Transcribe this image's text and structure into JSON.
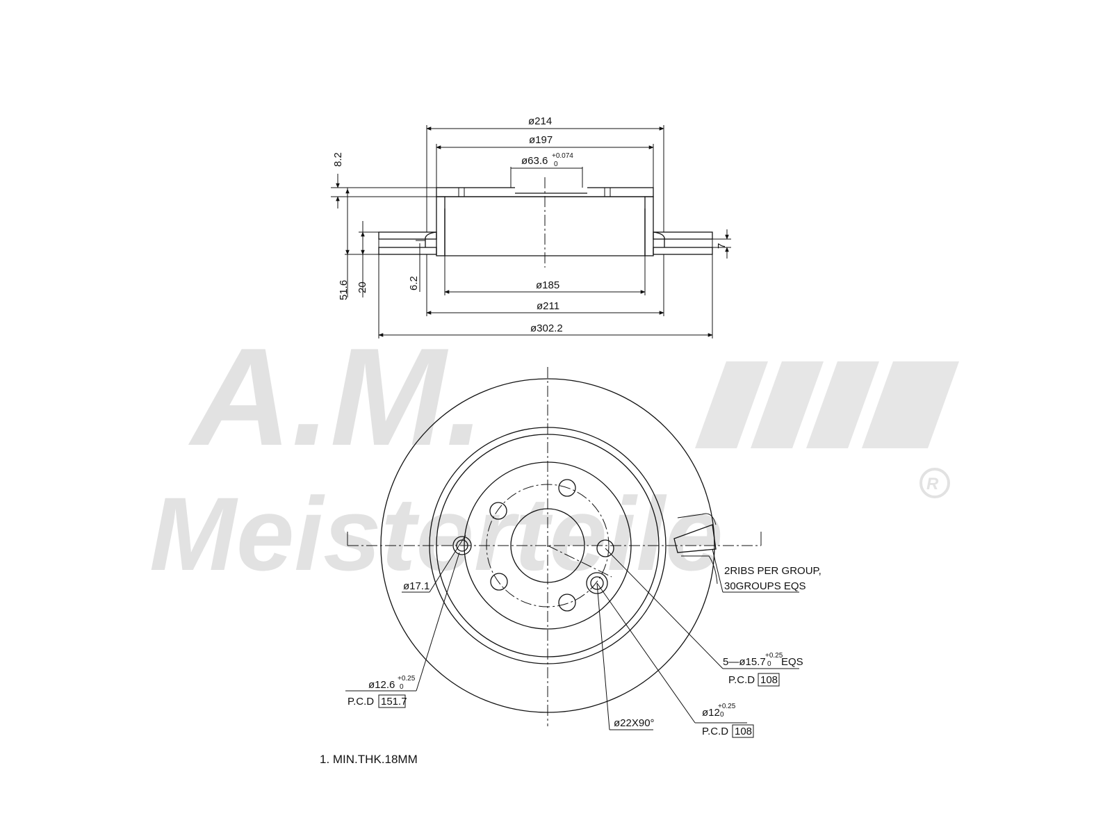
{
  "watermark": {
    "script_text": "A.M.",
    "brand_text": "Meisterteile",
    "registered_mark": "R"
  },
  "section_view": {
    "dims": {
      "d214": "ø214",
      "d197": "ø197",
      "d63_6": "ø63.6",
      "d63_6_tol_upper": "+0.074",
      "d63_6_tol_lower": "0",
      "d185": "ø185",
      "d211": "ø211",
      "d302_2": "ø302.2",
      "h8_2": "8.2",
      "h51_6": "51.6",
      "h20": "20",
      "h6_2": "6.2",
      "h7": "7"
    }
  },
  "front_view": {
    "labels": {
      "d17_1": "ø17.1",
      "d12_6": "ø12.6",
      "d12_6_tol_upper": "+0.25",
      "d12_6_tol_lower": "0",
      "pcd_label_1": "P.C.D",
      "pcd_value_1": "151.7",
      "d22x90": "ø22X90°",
      "d12": "ø12",
      "d12_tol_upper": "+0.25",
      "d12_tol_lower": "0",
      "pcd_label_2": "P.C.D",
      "pcd_value_2": "108",
      "holes_5_prefix": "5—ø15.7",
      "holes_5_tol_upper": "+0.25",
      "holes_5_tol_lower": "0",
      "holes_5_suffix": "EQS",
      "pcd_label_3": "P.C.D",
      "pcd_value_3": "108",
      "ribs_line_1": "2RIBS PER GROUP,",
      "ribs_line_2": "30GROUPS EQS"
    }
  },
  "note": "1. MIN.THK.18MM"
}
